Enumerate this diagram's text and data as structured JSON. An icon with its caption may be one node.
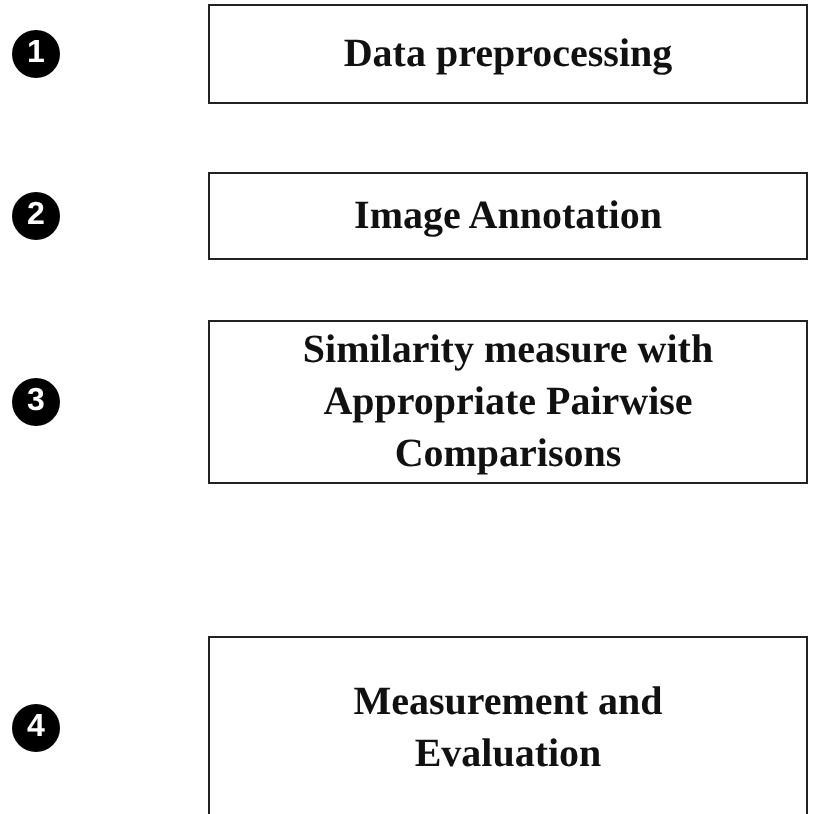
{
  "diagram": {
    "nodes": [
      {
        "text": [
          "Data preprocessing"
        ]
      },
      {
        "text": [
          "Image Annotation"
        ]
      },
      {
        "text": [
          "Similarity measure with Appropriate Pairwise Comparisons"
        ]
      },
      {
        "text": [
          "Measurement and Evaluation"
        ]
      }
    ],
    "labels": [
      "1",
      "2",
      "3",
      "4"
    ]
  }
}
